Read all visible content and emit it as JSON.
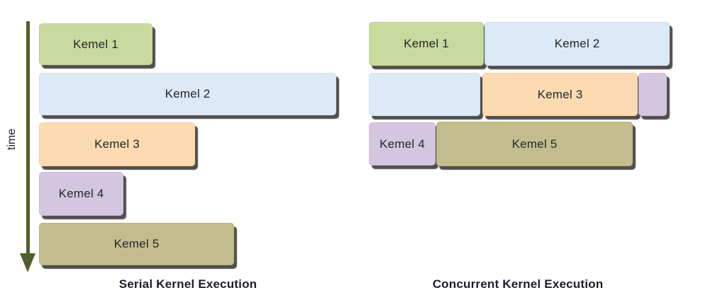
{
  "axis": {
    "label": "time"
  },
  "serial": {
    "caption": "Serial Kernel Execution",
    "kernels": [
      {
        "label": "Kemel 1",
        "color": "#c9da9f"
      },
      {
        "label": "Kemel 2",
        "color": "#dce9f7"
      },
      {
        "label": "Kemel 3",
        "color": "#fcdbb3"
      },
      {
        "label": "Kemel 4",
        "color": "#d4c6e1"
      },
      {
        "label": "Kemel 5",
        "color": "#c3bd8e"
      }
    ]
  },
  "concurrent": {
    "caption": "Concurrent Kernel Execution",
    "rows": [
      {
        "blocks": [
          {
            "label": "Kemel 1",
            "color": "#c9da9f"
          },
          {
            "label": "Kemel 2",
            "color": "#dce9f7"
          }
        ]
      },
      {
        "blocks": [
          {
            "label": "",
            "color": "#dce9f7"
          },
          {
            "label": "Kemel 3",
            "color": "#fcdbb3"
          },
          {
            "label": "",
            "color": "#d4c6e1"
          }
        ]
      },
      {
        "blocks": [
          {
            "label": "Kemel 4",
            "color": "#d4c6e1"
          },
          {
            "label": "Kemel 5",
            "color": "#c3bd8e"
          }
        ]
      }
    ]
  },
  "colors": {
    "green": "#c9da9f",
    "blue": "#dce9f7",
    "orange": "#fcdbb3",
    "purple": "#d4c6e1",
    "olive": "#c3bd8e",
    "shadow": "#3e3c37",
    "axis": "#51602b",
    "text": "#1b1c30"
  }
}
